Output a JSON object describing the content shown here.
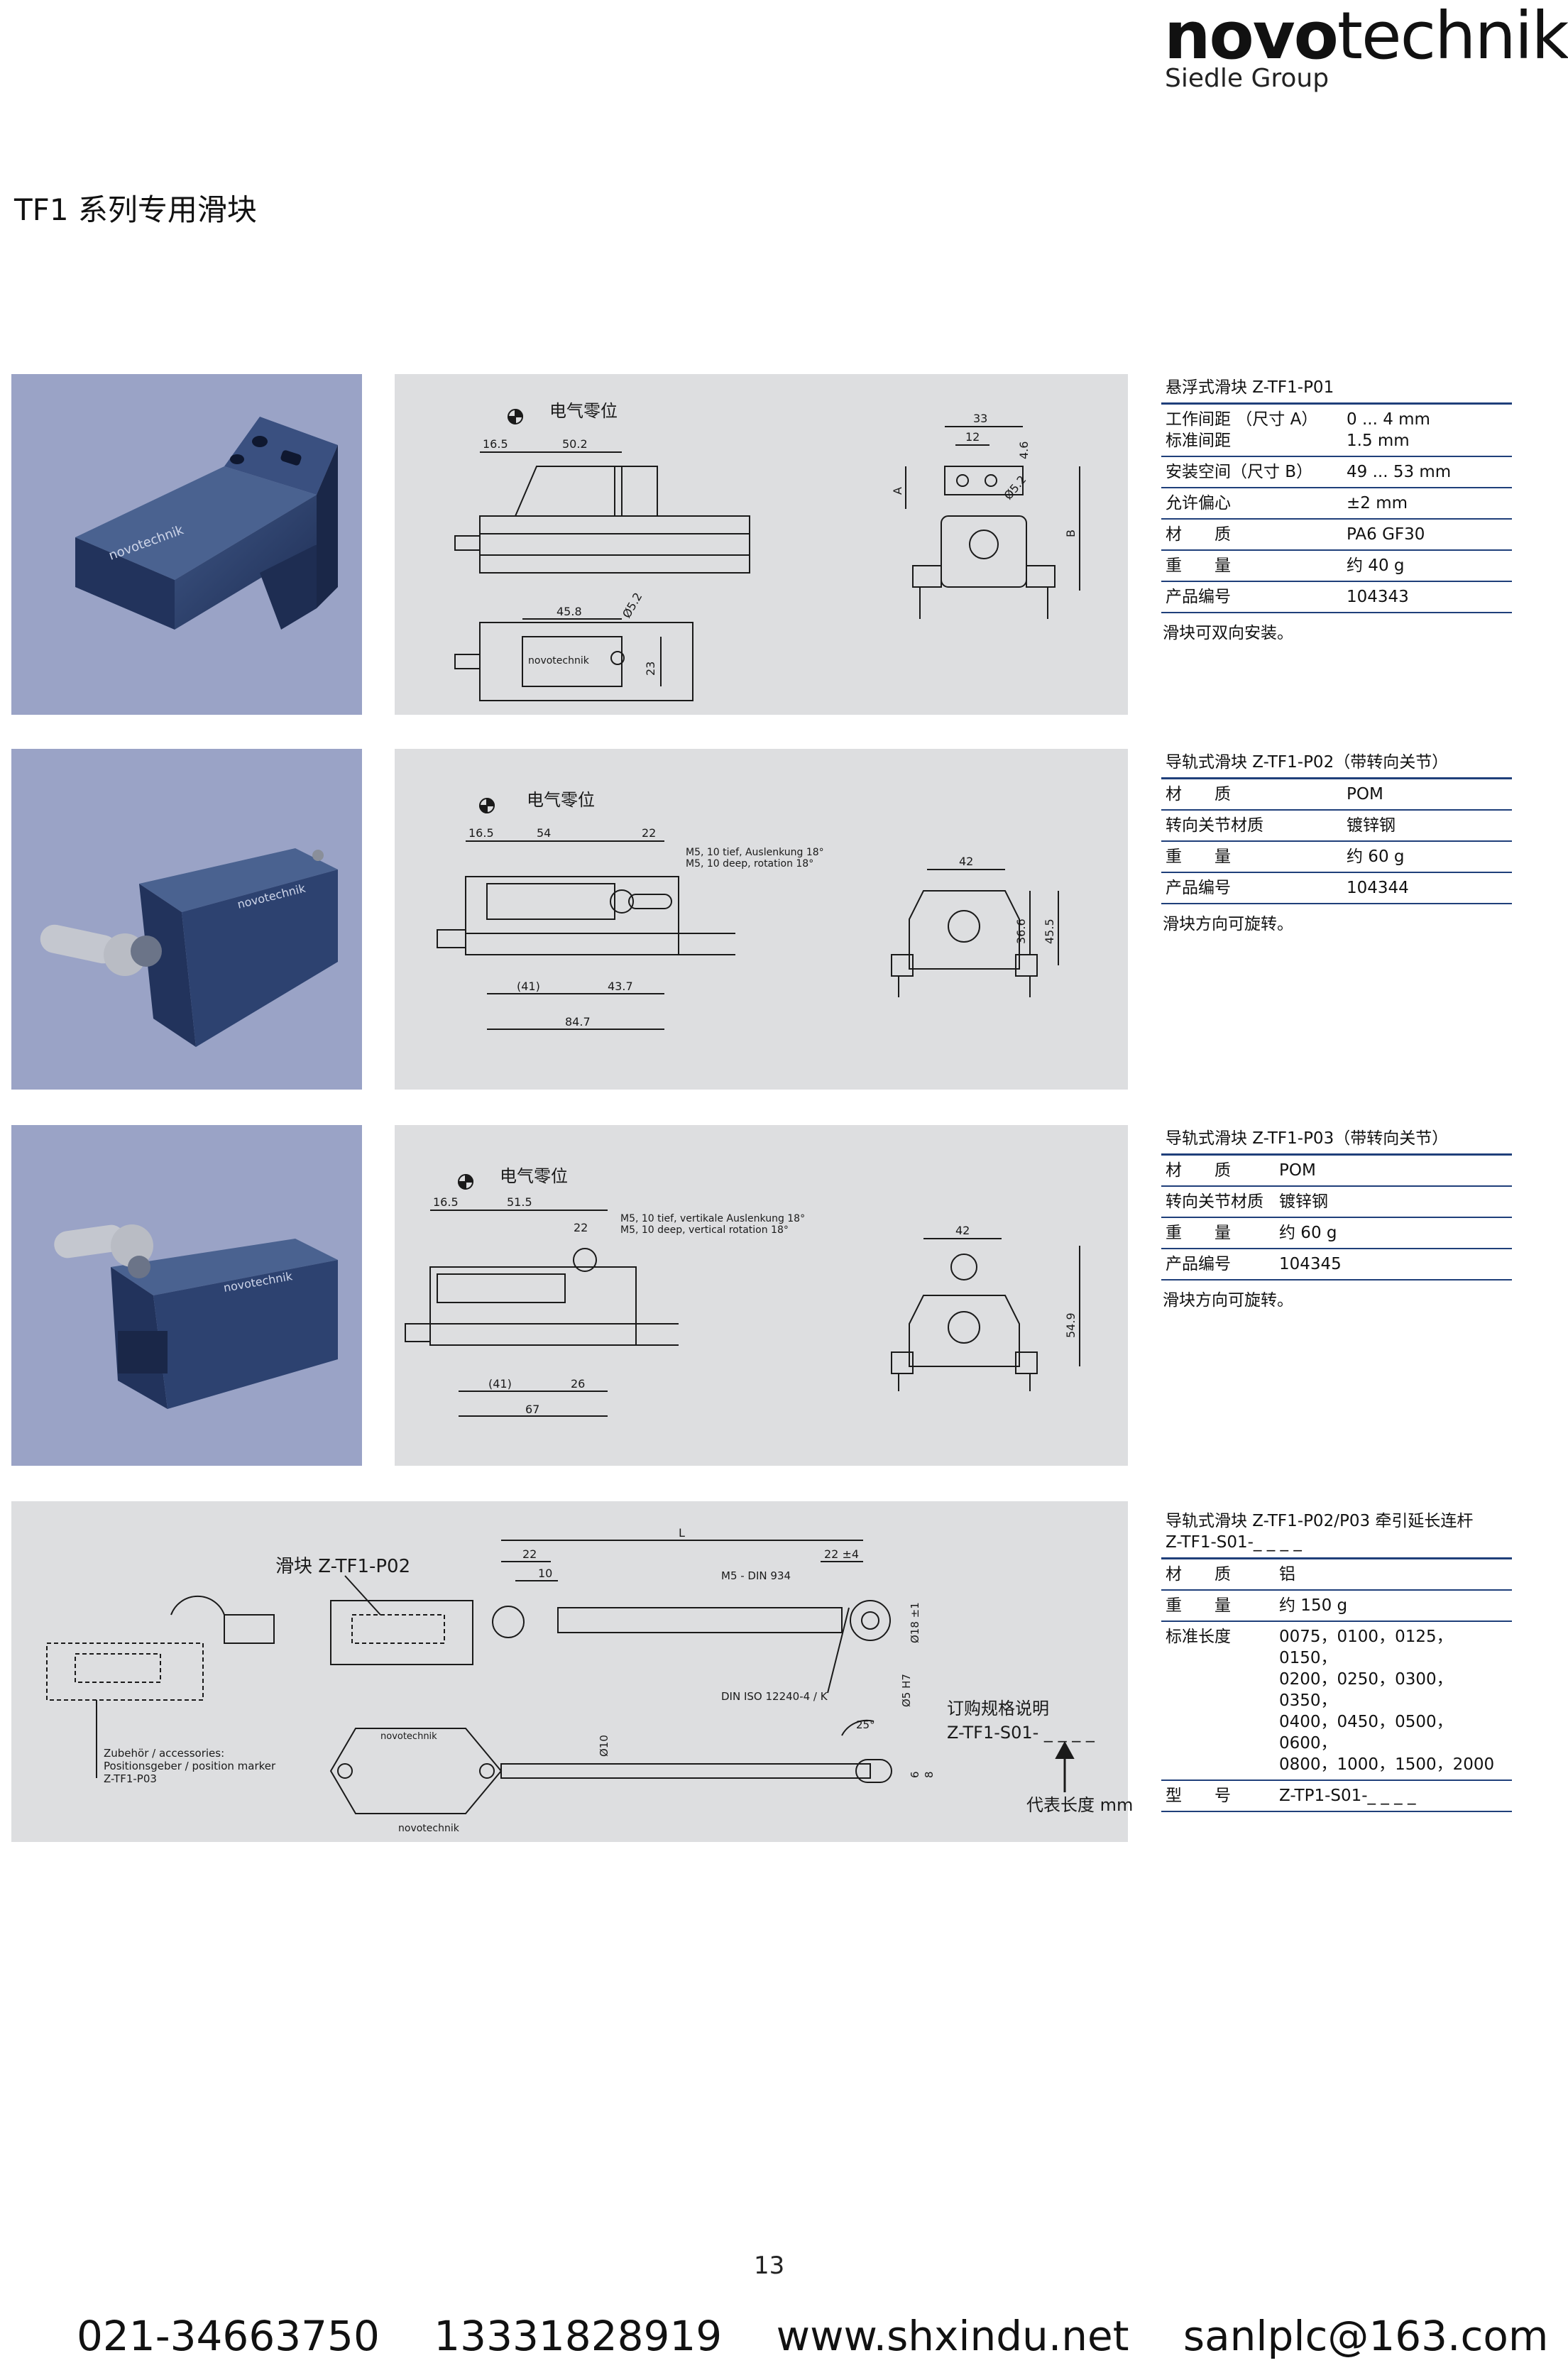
{
  "brand": {
    "logo_bold": "novo",
    "logo_light": "technik",
    "group": "Siedle Group"
  },
  "page_title": "TF1 系列专用滑块",
  "page_number": "13",
  "footer": {
    "phone1": "021-34663750",
    "phone2": "13331828919",
    "website": "www.shxindu.net",
    "email": "sanlplc@163.com"
  },
  "products": [
    {
      "heading": "悬浮式滑块 Z-TF1-P01",
      "rows": [
        {
          "key": "工作间距 （尺寸 A）\n标准间距",
          "value": "0 ... 4 mm\n1.5 mm"
        },
        {
          "key": "安装空间（尺寸 B）",
          "value": "49 ... 53 mm"
        },
        {
          "key": "允许偏心",
          "value": "±2 mm"
        },
        {
          "key": "材　　质",
          "value": "PA6 GF30"
        },
        {
          "key": "重　　量",
          "value": "约 40 g"
        },
        {
          "key": "产品编号",
          "value": "104343"
        }
      ],
      "note": "滑块可双向安装。",
      "drawing": {
        "zero_label": "电气零位",
        "dims": [
          "16.5",
          "50.2",
          "45.8",
          "Ø5.2",
          "23",
          "33",
          "12",
          "4.6",
          "Ø5.2",
          "A",
          "B"
        ],
        "brand_mark": "novotechnik"
      }
    },
    {
      "heading": "导轨式滑块 Z-TF1-P02（带转向关节）",
      "rows": [
        {
          "key": "材　　质",
          "value": "POM"
        },
        {
          "key": "转向关节材质",
          "value": "镀锌钢"
        },
        {
          "key": "重　　量",
          "value": "约 60 g"
        },
        {
          "key": "产品编号",
          "value": "104344"
        }
      ],
      "note": "滑块方向可旋转。",
      "drawing": {
        "zero_label": "电气零位",
        "dims": [
          "16.5",
          "54",
          "22",
          "(41)",
          "43.7",
          "84.7",
          "42",
          "36.6",
          "45.5"
        ],
        "thread_note1": "M5, 10 tief, Auslenkung 18°",
        "thread_note2": "M5, 10 deep, rotation 18°"
      }
    },
    {
      "heading": "导轨式滑块 Z-TF1-P03（带转向关节）",
      "rows": [
        {
          "key": "材　　质",
          "value": "POM"
        },
        {
          "key": "转向关节材质",
          "value": "镀锌钢"
        },
        {
          "key": "重　　量",
          "value": "约 60 g"
        },
        {
          "key": "产品编号",
          "value": "104345"
        }
      ],
      "note": "滑块方向可旋转。",
      "drawing": {
        "zero_label": "电气零位",
        "dims": [
          "16.5",
          "51.5",
          "22",
          "(41)",
          "26",
          "67",
          "42",
          "54.9"
        ],
        "thread_note1": "M5, 10 tief, vertikale Auslenkung 18°",
        "thread_note2": "M5, 10 deep, vertical rotation 18°"
      }
    },
    {
      "heading": "导轨式滑块 Z-TF1-P02/P03 牵引延长连杆\nZ-TF1-S01-_ _ _ _",
      "rows": [
        {
          "key": "材　　质",
          "value": "铝"
        },
        {
          "key": "重　　量",
          "value": "约 150 g"
        },
        {
          "key": "标准长度",
          "value": "0075，0100，0125，0150，\n0200，0250，0300，0350，\n0400，0450，0500，0600，\n0800，1000，1500，2000"
        },
        {
          "key": "型　　号",
          "value": "Z-TP1-S01-_ _ _ _"
        }
      ],
      "drawing": {
        "slider_label": "滑块 Z-TF1-P02",
        "accessory_note": [
          "Zubehör / accessories:",
          "Positionsgeber / position marker",
          "Z-TF1-P03"
        ],
        "dims": [
          "L",
          "22",
          "10",
          "22 ±4",
          "M5 - DIN 934",
          "DIN ISO 12240-4 / K",
          "Ø18 ±1",
          "Ø5 H7",
          "Ø10",
          "25°",
          "6",
          "8"
        ],
        "order_title": "订购规格说明",
        "order_code": "Z-TF1-S01- _ _ _ _",
        "length_note": "代表长度 mm",
        "brand_mark": "novotechnik"
      }
    }
  ]
}
